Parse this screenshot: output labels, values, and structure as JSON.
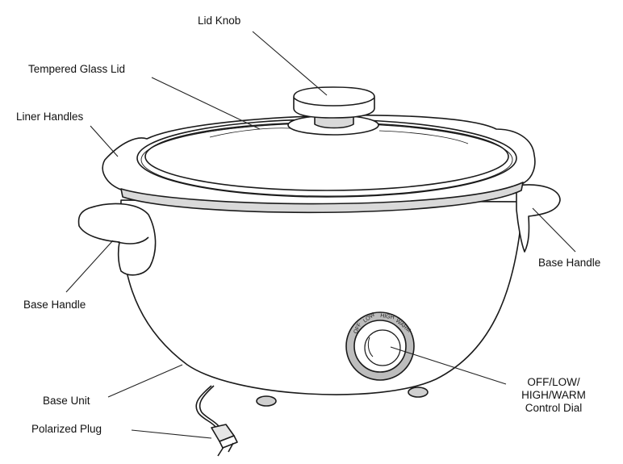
{
  "labels": {
    "lid_knob": "Lid Knob",
    "glass_lid": "Tempered Glass Lid",
    "liner_handles": "Liner Handles",
    "base_handle_right": "Base Handle",
    "base_handle_left": "Base Handle",
    "base_unit": "Base Unit",
    "polarized_plug": "Polarized Plug",
    "control_dial_line1": "OFF/LOW/",
    "control_dial_line2": "HIGH/WARM",
    "control_dial_line3": "Control Dial"
  },
  "dial_markings": [
    "OFF",
    "LOW",
    "HIGH",
    "WARM"
  ],
  "colors": {
    "line": "#1a1a1a",
    "fill": "#ffffff",
    "band": "#d9d9d9",
    "dial_ring": "#bdbdbd"
  }
}
